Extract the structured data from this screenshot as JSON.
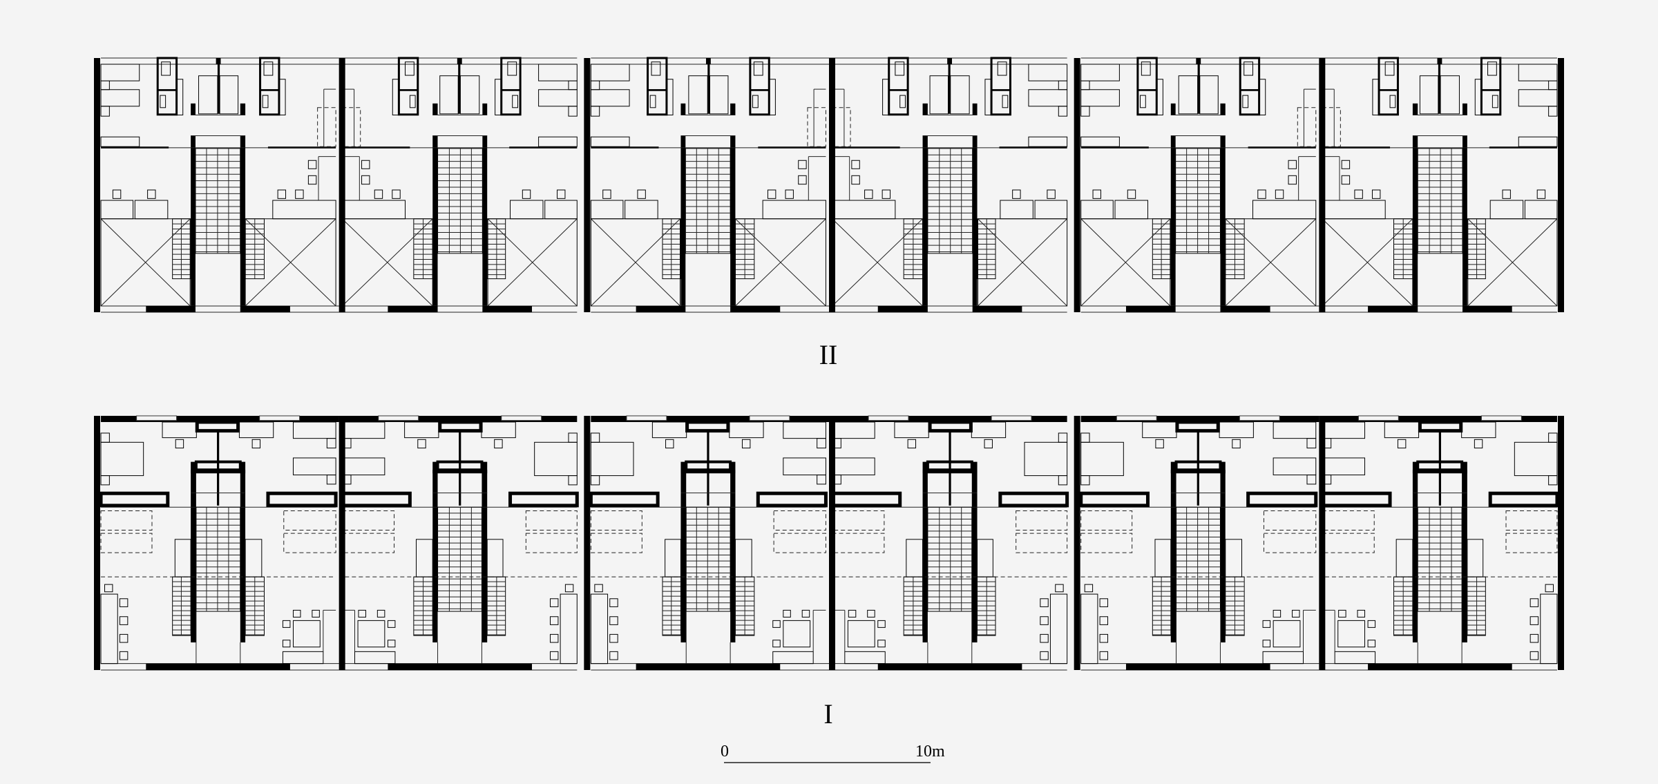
{
  "plans": [
    {
      "id": "upper-floor",
      "label": "II"
    },
    {
      "id": "ground-floor",
      "label": "I"
    }
  ],
  "scale_bar": {
    "start_label": "0",
    "end_label": "10m"
  },
  "colors": {
    "background": "#f4f4f4",
    "ink": "#000000",
    "thin_line": "#333333"
  }
}
